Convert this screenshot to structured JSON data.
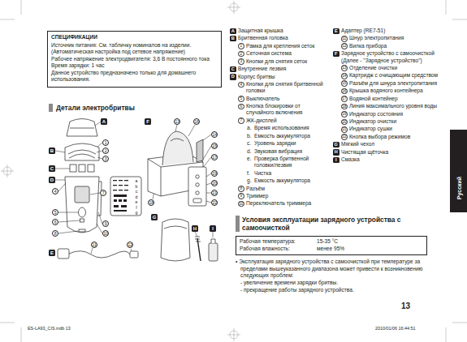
{
  "diagram": {
    "nodes": [
      {
        "text": [
          "СПЕЦИФИКАЦИИ",
          "Источник питания: См. табличку номиналов на изделии. (Автоматическая настройка под сетевое напряжение)",
          "Рабочее напряжение электродвигателя: 3,6 В постоянного тока",
          "Время зарядки: 1 час",
          "Данное устройство предназначено только для домашнего использования."
        ]
      },
      {
        "text": [
          "Русский"
        ]
      },
      {
        "text": [
          "Рабочая температура:",
          "15-35 °C",
          "Рабочая влажность:",
          "менее 95%"
        ]
      }
    ],
    "labels": [
      "Детали электробритвы",
      "A",
      "Защитная крышка",
      "B",
      "Бритвенная головка",
      "1",
      "Рамка для крепления сеток",
      "2",
      "Сеточная система",
      "3",
      "Кнопки для снятия сеток",
      "C",
      "Внутренние лезвия",
      "D",
      "Корпус бритвы",
      "4",
      "Кнопки для снятия бритвенной головки",
      "5",
      "Выключатель",
      "6",
      "Кнопка блокировки от случайного включения",
      "7",
      "ЖК-дисплей",
      "a.",
      "Время использования",
      "b.",
      "Емкость аккумулятора",
      "c.",
      "Уровень зарядки",
      "d.",
      "Звуковая вибрация",
      "e.",
      "Проверка бритвенной головки/лезвия",
      "f.",
      "Чистка",
      "g.",
      "Емкость аккумулятора",
      "8",
      "Разъём",
      "9",
      "Триммер",
      "10",
      "Переключатель триммера",
      "E",
      "Адаптер (RE7-51)",
      "11",
      "Шнур электропитания",
      "12",
      "Вилка прибора",
      "F",
      "Зарядное устройство с самоочисткой (Далее - \"Зарядное устройство\")",
      "13",
      "Отделение очистки",
      "14",
      "Картридж с очищающим средством",
      "15",
      "Разъём для шнура электропитания",
      "16",
      "Крышка водяного контейнера",
      "17",
      "Водяной контейнер",
      "18",
      "Линия максимального уровня воды",
      "19",
      "Индикатор состояния",
      "20",
      "Индикатор очистки",
      "21",
      "Индикатор сушки",
      "22",
      "Кнопка выбора режимов",
      "G",
      "Мягкий чехол",
      "H",
      "Чистящая щёточка",
      "I",
      "Смазка",
      "Условия эксплуатации зарядного устройства с самоочисткой",
      "• Эксплуатация зарядного устройства с самоочисткой при температуре за пределами вышеуказанного диапазона может привести к возникновению следующих проблем:",
      "- увеличение времени зарядки бритвы.",
      "- прекращение работы зарядного устройства.",
      "13",
      "ES-LA93_CIS.indb 13",
      "2010/01/06 16:44:51",
      "A",
      "B",
      "1",
      "2",
      "3",
      "C",
      "D",
      "4",
      "5",
      "6",
      "7",
      "8",
      "9",
      "10",
      "a",
      "b",
      "c",
      "d",
      "e",
      "f",
      "g",
      "E",
      "11",
      "12",
      "F",
      "13",
      "16",
      "14",
      "15",
      "17",
      "18",
      "19",
      "20",
      "21",
      "22",
      "G",
      "H",
      "I"
    ]
  }
}
